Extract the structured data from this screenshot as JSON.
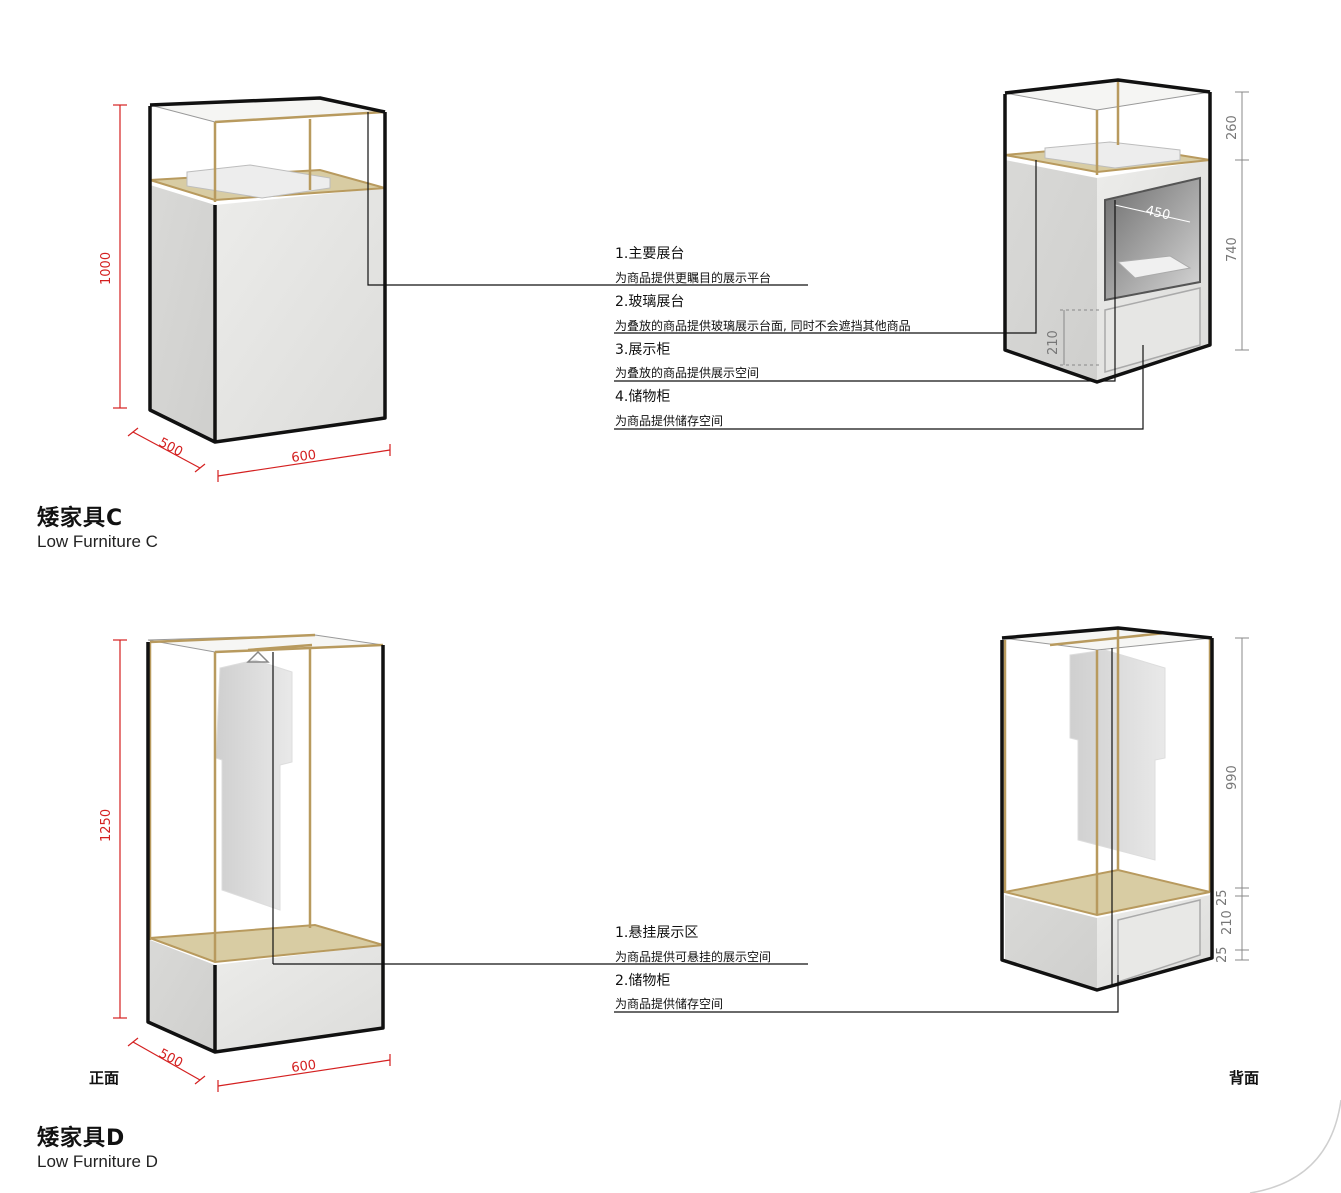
{
  "furniture_c": {
    "title_zh": "矮家具C",
    "title_en": "Low Furniture C",
    "dimensions": {
      "height": "1000",
      "depth": "500",
      "width": "600"
    },
    "back_dimensions": {
      "glass_top": "260",
      "cabinet": "740",
      "inner_width": "450",
      "storage": "210"
    },
    "annotations": [
      {
        "heading": "1.主要展台",
        "desc": "为商品提供更瞩目的展示平台"
      },
      {
        "heading": "2.玻璃展台",
        "desc": "为叠放的商品提供玻璃展示台面, 同时不会遮挡其他商品"
      },
      {
        "heading": "3.展示柜",
        "desc": "为叠放的商品提供展示空间"
      },
      {
        "heading": "4.储物柜",
        "desc": "为商品提供储存空间"
      }
    ]
  },
  "furniture_d": {
    "title_zh": "矮家具D",
    "title_en": "Low Furniture D",
    "dimensions": {
      "height": "1250",
      "depth": "500",
      "width": "600"
    },
    "back_dimensions": {
      "hanging": "990",
      "gap_top": "25",
      "storage": "210",
      "gap_bottom": "25"
    },
    "annotations": [
      {
        "heading": "1.悬挂展示区",
        "desc": "为商品提供可悬挂的展示空间"
      },
      {
        "heading": "2.储物柜",
        "desc": "为商品提供储存空间"
      }
    ],
    "view_front": "正面",
    "view_back": "背面"
  },
  "colors": {
    "dimension_red": "#d42020",
    "gold_frame": "#b89a5e",
    "concrete": "#e4e4e2",
    "outline": "#111111"
  }
}
